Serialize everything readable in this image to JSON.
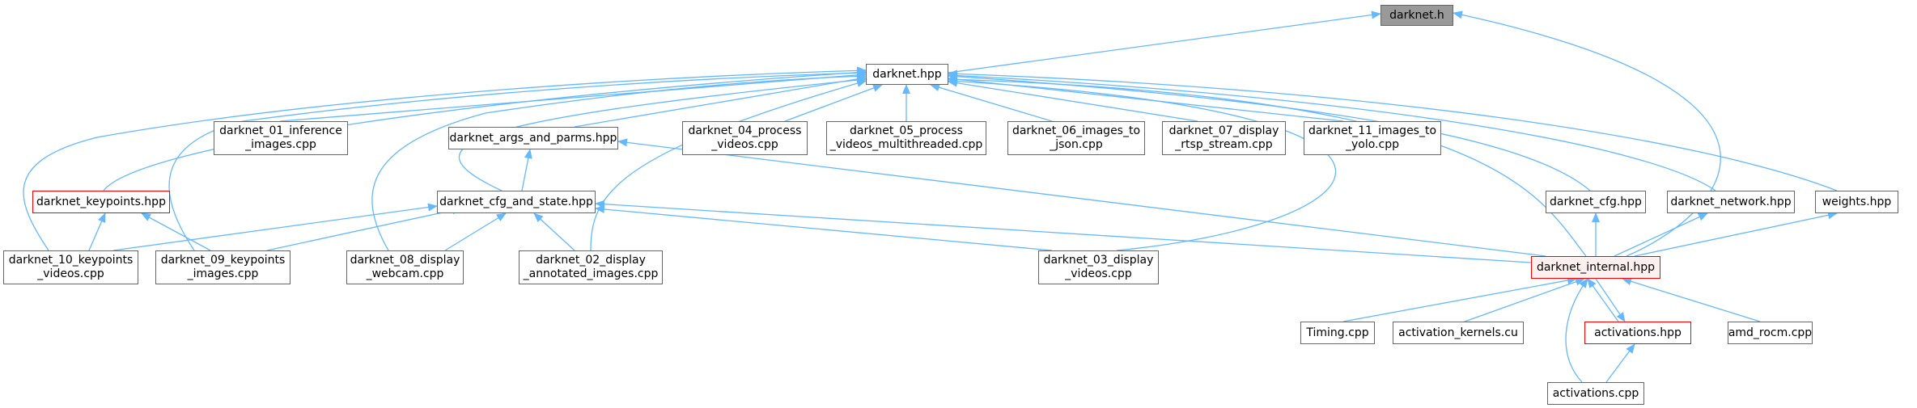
{
  "colors": {
    "edge": "#63b8ff",
    "border": "#666666",
    "focus_fill": "#999999",
    "truncated_border": "#ff0000"
  },
  "nodes": {
    "darknet_h": {
      "l1": "darknet.h"
    },
    "darknet_hpp": {
      "l1": "darknet.hpp"
    },
    "inference": {
      "l1": "darknet_01_inference",
      "l2": "_images.cpp"
    },
    "args": {
      "l1": "darknet_args_and_parms.hpp"
    },
    "process04": {
      "l1": "darknet_04_process",
      "l2": "_videos.cpp"
    },
    "process05": {
      "l1": "darknet_05_process",
      "l2": "_videos_multithreaded.cpp"
    },
    "images06": {
      "l1": "darknet_06_images_to",
      "l2": "_json.cpp"
    },
    "display07": {
      "l1": "darknet_07_display",
      "l2": "_rtsp_stream.cpp"
    },
    "yolo11": {
      "l1": "darknet_11_images_to",
      "l2": "_yolo.cpp"
    },
    "keypoints_hpp": {
      "l1": "darknet_keypoints.hpp"
    },
    "cfg_state": {
      "l1": "darknet_cfg_and_state.hpp"
    },
    "cfg_hpp": {
      "l1": "darknet_cfg.hpp"
    },
    "network_hpp": {
      "l1": "darknet_network.hpp"
    },
    "weights_hpp": {
      "l1": "weights.hpp"
    },
    "kp10": {
      "l1": "darknet_10_keypoints",
      "l2": "_videos.cpp"
    },
    "kp09": {
      "l1": "darknet_09_keypoints",
      "l2": "_images.cpp"
    },
    "webcam08": {
      "l1": "darknet_08_display",
      "l2": "_webcam.cpp"
    },
    "annot02": {
      "l1": "darknet_02_display",
      "l2": "_annotated_images.cpp"
    },
    "videos03": {
      "l1": "darknet_03_display",
      "l2": "_videos.cpp"
    },
    "internal": {
      "l1": "darknet_internal.hpp"
    },
    "timing": {
      "l1": "Timing.cpp"
    },
    "act_kernels": {
      "l1": "activation_kernels.cu"
    },
    "act_hpp": {
      "l1": "activations.hpp"
    },
    "amd": {
      "l1": "amd_rocm.cpp"
    },
    "act_cpp": {
      "l1": "activations.cpp"
    }
  }
}
